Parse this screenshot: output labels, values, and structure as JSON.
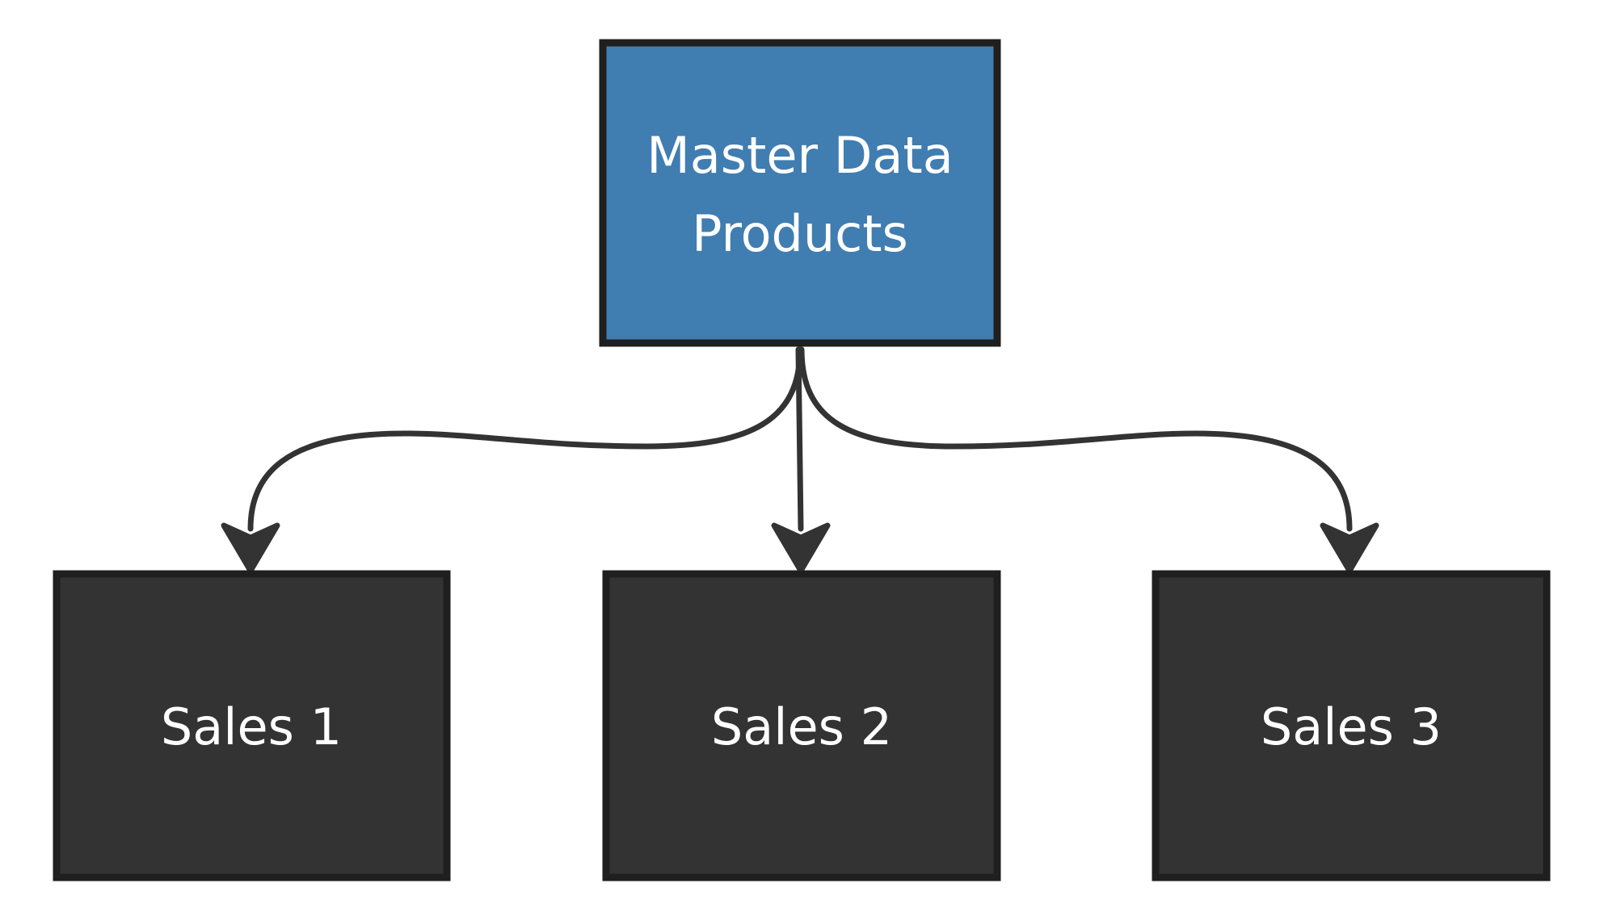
{
  "diagram": {
    "type": "flowchart",
    "direction": "top-down",
    "nodes": {
      "master": {
        "line1": "Master Data",
        "line2": "Products",
        "fill": "#407db1",
        "stroke": "#1f1f1f"
      },
      "sales1": {
        "label": "Sales 1",
        "fill": "#333333",
        "stroke": "#1f1f1f"
      },
      "sales2": {
        "label": "Sales 2",
        "fill": "#333333",
        "stroke": "#1f1f1f"
      },
      "sales3": {
        "label": "Sales 3",
        "fill": "#333333",
        "stroke": "#1f1f1f"
      }
    },
    "edges": [
      {
        "from": "master",
        "to": "sales1"
      },
      {
        "from": "master",
        "to": "sales2"
      },
      {
        "from": "master",
        "to": "sales3"
      }
    ],
    "colors": {
      "edge": "#333333",
      "text": "#ffffff",
      "background": "#ffffff"
    }
  }
}
